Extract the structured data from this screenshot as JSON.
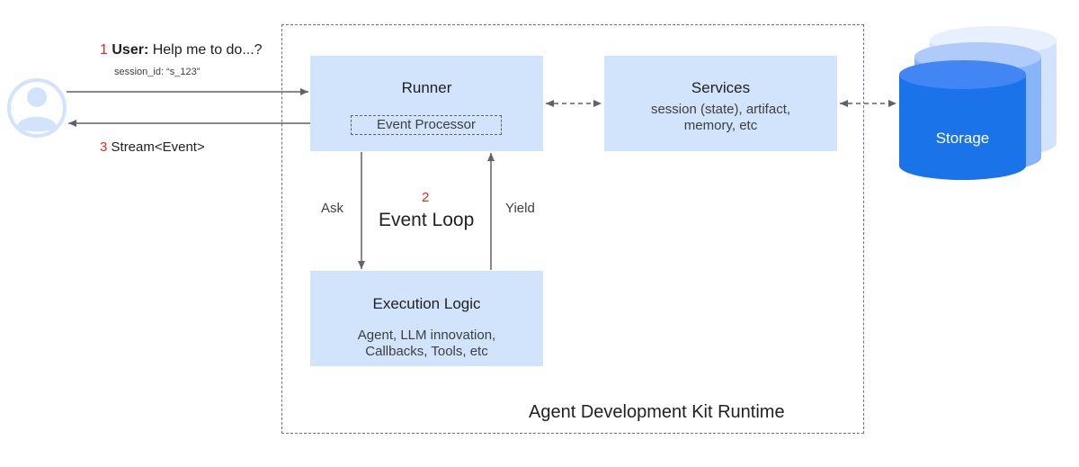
{
  "user": {
    "step_number": "1",
    "prefix": "User:",
    "message": "Help me to do...?",
    "session": "session_id: “s_123”"
  },
  "stream": {
    "step_number": "3",
    "label": "Stream<Event>"
  },
  "runner": {
    "title": "Runner",
    "processor": "Event Processor"
  },
  "services": {
    "title": "Services",
    "line1": "session (state), artifact,",
    "line2": "memory, etc"
  },
  "execution": {
    "title": "Execution Logic",
    "line1": "Agent, LLM innovation,",
    "line2": "Callbacks, Tools, etc"
  },
  "loop": {
    "step_number": "2",
    "label": "Event Loop",
    "ask": "Ask",
    "yield": "Yield"
  },
  "storage": {
    "label": "Storage"
  },
  "runtime": {
    "title": "Agent Development Kit Runtime"
  },
  "colors": {
    "box_fill": "#d2e3fc",
    "storage_front": "#1a73e8",
    "storage_mid": "#8ab4f8",
    "storage_back": "#d2e3fc",
    "step_number": "#d93025"
  },
  "icons": {
    "user": "user-avatar-icon",
    "storage": "database-cylinder-icon"
  }
}
